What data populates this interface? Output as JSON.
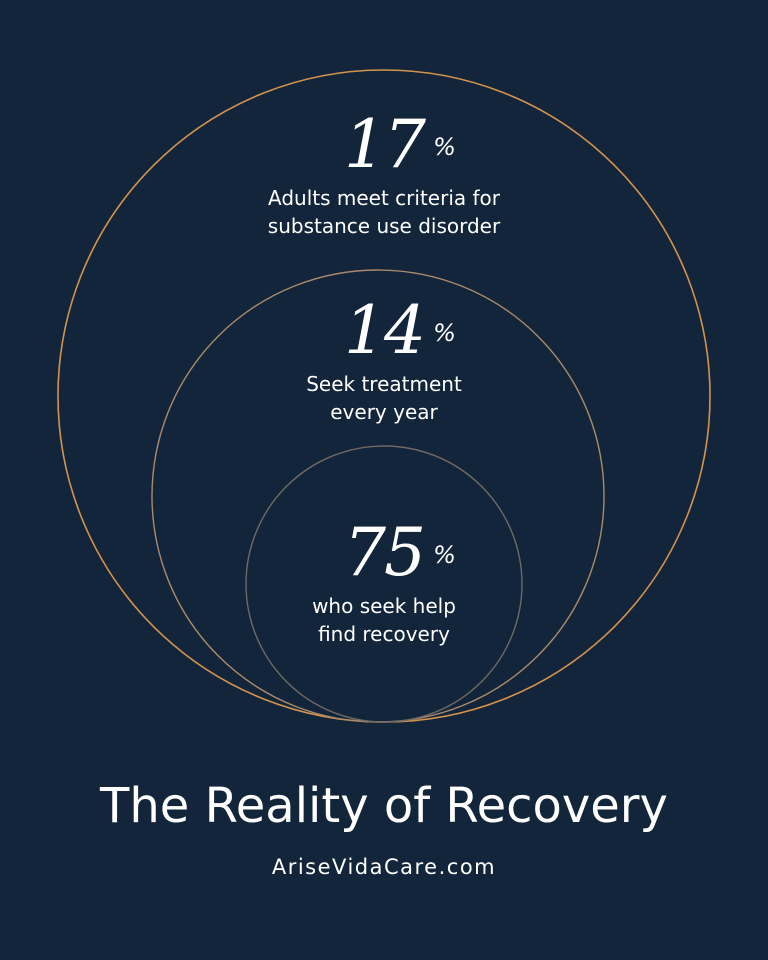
{
  "colors": {
    "background": "#13253a",
    "outer_ring": "#d4934c",
    "middle_ring": "#a98a6c",
    "inner_ring": "#6f6a66"
  },
  "stats": [
    {
      "value": "17",
      "unit": "%",
      "label_line1": "Adults meet criteria for",
      "label_line2": "substance use disorder"
    },
    {
      "value": "14",
      "unit": "%",
      "label_line1": "Seek treatment",
      "label_line2": "every year"
    },
    {
      "value": "75",
      "unit": "%",
      "label_line1": "who seek help",
      "label_line2": "find recovery"
    }
  ],
  "title": "The Reality of Recovery",
  "website": "AriseVidaCare.com"
}
